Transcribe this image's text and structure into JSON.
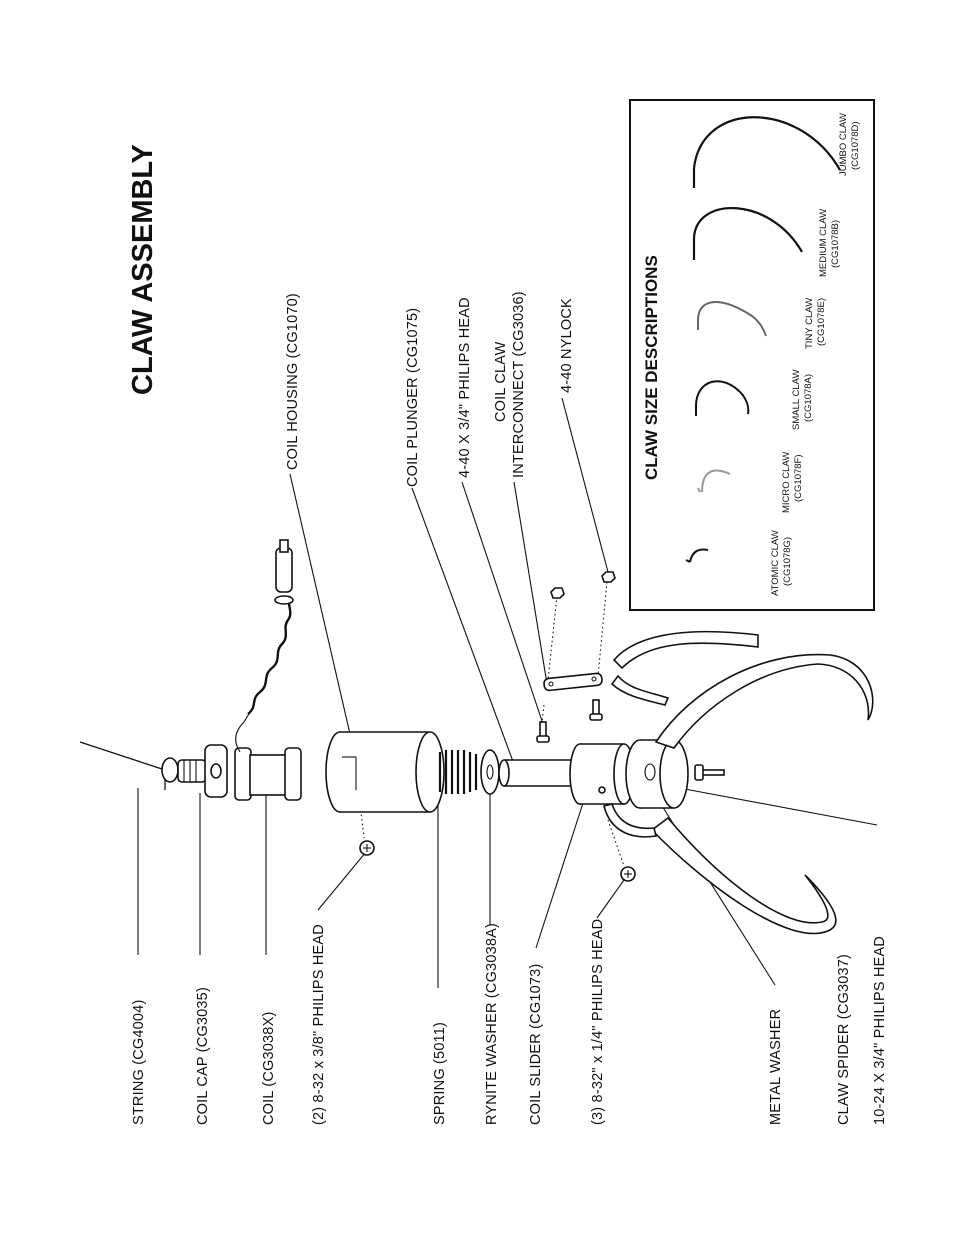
{
  "title": "CLAW ASSEMBLY",
  "labels": {
    "string": "STRING (CG4004)",
    "coil_cap": "COIL CAP (CG3035)",
    "coil": "COIL (CG3038X)",
    "screw_8_32_38": "(2) 8-32 x 3/8\" PHILIPS HEAD",
    "spring": "SPRING (5011)",
    "rynite_washer": "RYNITE WASHER (CG3038A)",
    "coil_slider": "COIL SLIDER (CG1073)",
    "screw_8_32_14": "(3) 8-32\" x 1/4\" PHILIPS HEAD",
    "metal_washer": "METAL WASHER",
    "claw_spider": "CLAW SPIDER (CG3037)",
    "screw_10_24": "10-24 X 3/4\" PHILIPS HEAD",
    "coil_housing": "COIL HOUSING (CG1070)",
    "coil_plunger": "COIL PLUNGER (CG1075)",
    "screw_4_40": "4-40 X 3/4\" PHILIPS HEAD",
    "interconnect_1": "COIL CLAW",
    "interconnect_2": "INTERCONNECT (CG3036)",
    "nylock": "4-40 NYLOCK"
  },
  "inset": {
    "title": "CLAW SIZE DESCRIPTIONS",
    "claws": [
      {
        "name": "ATOMIC CLAW",
        "code": "(CG1078G)"
      },
      {
        "name": "MICRO CLAW",
        "code": "(CG1078F)"
      },
      {
        "name": "SMALL CLAW",
        "code": "(CG1078A)"
      },
      {
        "name": "TINY CLAW",
        "code": "(CG1078E)"
      },
      {
        "name": "MEDIUM CLAW",
        "code": "(CG1078B)"
      },
      {
        "name": "JUMBO CLAW",
        "code": "(CG1078D)"
      }
    ]
  }
}
